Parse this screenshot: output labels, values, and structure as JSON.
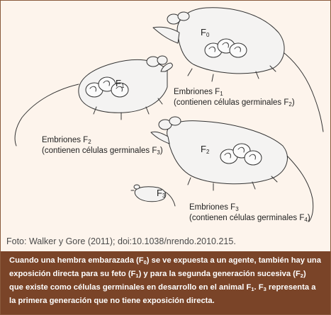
{
  "figure": {
    "mouse_f0_label": "F",
    "mouse_f0_sub": "0",
    "mouse_f1_label": "F",
    "mouse_f1_sub": "1",
    "mouse_f2_label": "F",
    "mouse_f2_sub": "2",
    "mouse_f3_label": "F",
    "mouse_f3_sub": "3",
    "emb_f1_title": "Embriones F",
    "emb_f1_title_sub": "1",
    "emb_f1_desc": "(contienen células germinales F",
    "emb_f1_desc_sub": "2",
    "emb_f1_desc_end": ")",
    "emb_f2_title": "Embriones F",
    "emb_f2_title_sub": "2",
    "emb_f2_desc": "(contienen células germinales F",
    "emb_f2_desc_sub": "3",
    "emb_f2_desc_end": ")",
    "emb_f3_title": "Embriones F",
    "emb_f3_title_sub": "3",
    "emb_f3_desc": "(contienen células germinales F",
    "emb_f3_desc_sub": "4",
    "emb_f3_desc_end": ")"
  },
  "credit": "Foto: Walker y Gore (2011); doi:10.1038/nrendo.2010.215.",
  "caption": {
    "p1": "Cuando una hembra embarazada (F",
    "s1": "0",
    "p2": ") se ve expuesta a un agente, también hay una exposición directa para su feto (F",
    "s2": "1",
    "p3": ") y para la segunda generación sucesiva (F",
    "s3": "2",
    "p4": ") que existe como células germinales en desarrollo en el animal F",
    "s4": "1",
    "p5": ". F",
    "s5": "3",
    "p6": " representa a la primera generación que no tiene exposición directa."
  },
  "colors": {
    "frame_border": "#8a5a3c",
    "background": "#fdf4ec",
    "caption_bg": "#7a4428",
    "caption_text": "#ffffff"
  }
}
